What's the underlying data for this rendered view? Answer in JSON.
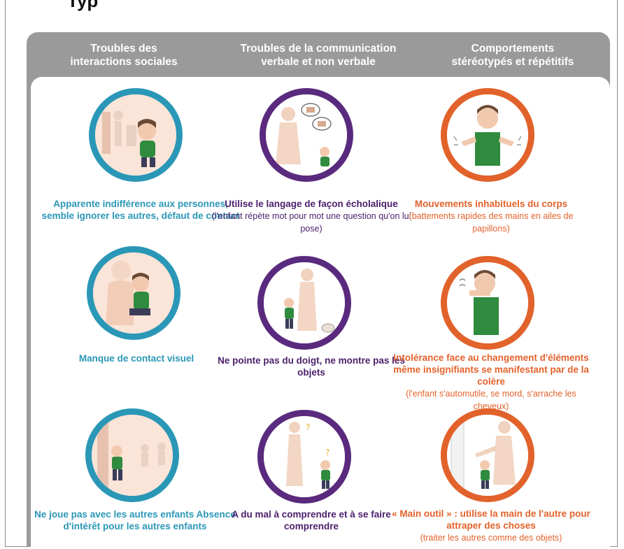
{
  "top_text": "Typ",
  "columns": [
    {
      "title": "Troubles des\ninteractions sociales"
    },
    {
      "title": "Troubles de la communication\nverbale et non verbale"
    },
    {
      "title": "Comportements\nstéréotypés et répétitifs"
    }
  ],
  "rows": [
    [
      {
        "main": "Apparente indifférence aux personnes, semble ignorer les autres, défaut de contact",
        "sub": "",
        "icon": "child-sitting-alone-illustration"
      },
      {
        "main": "Utilise le langage de façon écholalique",
        "sub": "(l'enfant répète mot pour mot une question qu'on lui pose)",
        "icon": "echolalia-speech-illustration"
      },
      {
        "main": "Mouvements inhabituels du corps",
        "sub": "(battements rapides des mains en ailes de papillons)",
        "icon": "hand-flapping-illustration"
      }
    ],
    [
      {
        "main": "Manque de contact visuel",
        "sub": "",
        "icon": "avoiding-eye-contact-illustration"
      },
      {
        "main": "Ne pointe pas du doigt, ne montre pas les objets",
        "sub": "",
        "icon": "not-pointing-illustration"
      },
      {
        "main": "Intolérance face au changement d'éléments même insignifiants se manifestant par de la colère",
        "sub": "(l'enfant s'automutile, se mord, s'arrache les cheveux)",
        "icon": "self-biting-illustration"
      }
    ],
    [
      {
        "main": "Ne joue pas avec les autres enfants Absence d'intérêt pour les autres enfants",
        "sub": "",
        "icon": "playing-alone-illustration"
      },
      {
        "main": "A du mal à comprendre et à se faire comprendre",
        "sub": "",
        "icon": "confused-child-illustration"
      },
      {
        "main": "« Main outil » : utilise la main de l'autre pour attraper des choses",
        "sub": "(traiter les autres comme des objets)",
        "icon": "hand-as-tool-illustration"
      }
    ]
  ],
  "colors": {
    "blue": "#2a97b7",
    "purple": "#5a2a7e",
    "orange": "#e2622b",
    "header": "#9a9a9a"
  }
}
